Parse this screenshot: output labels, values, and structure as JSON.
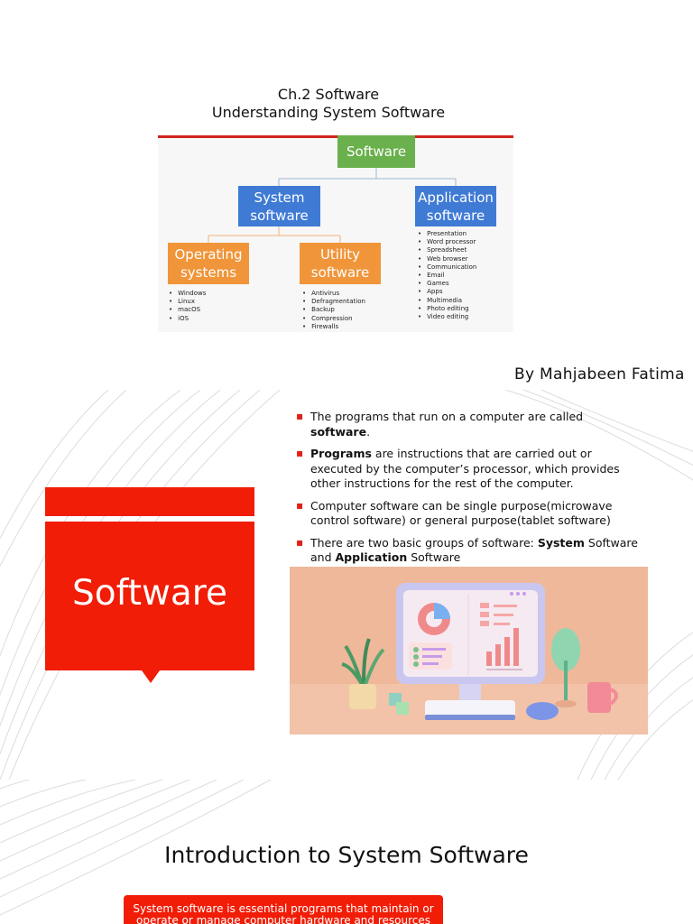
{
  "slide1": {
    "title_line1": "Ch.2 Software",
    "title_line2": "Understanding System Software",
    "author": "By Mahjabeen Fatima",
    "diagram": {
      "root": "Software",
      "system_line1": "System",
      "system_line2": "software",
      "application_line1": "Application",
      "application_line2": "software",
      "os_line1": "Operating",
      "os_line2": "systems",
      "utility_line1": "Utility",
      "utility_line2": "software",
      "os_items": [
        "Windows",
        "Linux",
        "macOS",
        "iOS"
      ],
      "utility_items": [
        "Antivirus",
        "Defragmentation",
        "Backup",
        "Compression",
        "Firewalls"
      ],
      "application_items": [
        "Presentation",
        "Word processor",
        "Spreadsheet",
        "Web browser",
        "Communication",
        "Email",
        "Games",
        "Apps",
        "Multimedia",
        "Photo editing",
        "Video editing"
      ]
    },
    "colors": {
      "rule": "#d0231c",
      "green": "#6ab04c",
      "blue": "#3f7bd4",
      "orange": "#f0953a"
    }
  },
  "slide2": {
    "panel_title": "Software",
    "bullets": [
      {
        "pre": "The programs that run on a computer are called ",
        "bold": "software",
        "post": "."
      },
      {
        "pre": "",
        "bold": "Programs",
        "post": " are instructions that are carried out or executed by the computer’s processor, which provides other instructions for the rest of the computer."
      },
      {
        "pre": "Computer software can be single purpose(microwave control software) or general purpose(tablet software)",
        "bold": "",
        "post": ""
      }
    ],
    "bullet4": {
      "pre": "There are two basic groups of software: ",
      "bold1": "System",
      "mid": " Software and ",
      "bold2": "Application",
      "post": " Software"
    },
    "colors": {
      "accent": "#f11d07"
    }
  },
  "slide3": {
    "title": "Introduction to System Software",
    "box_text": "System software is essential programs that maintain or operate or manage computer hardware and resources"
  }
}
